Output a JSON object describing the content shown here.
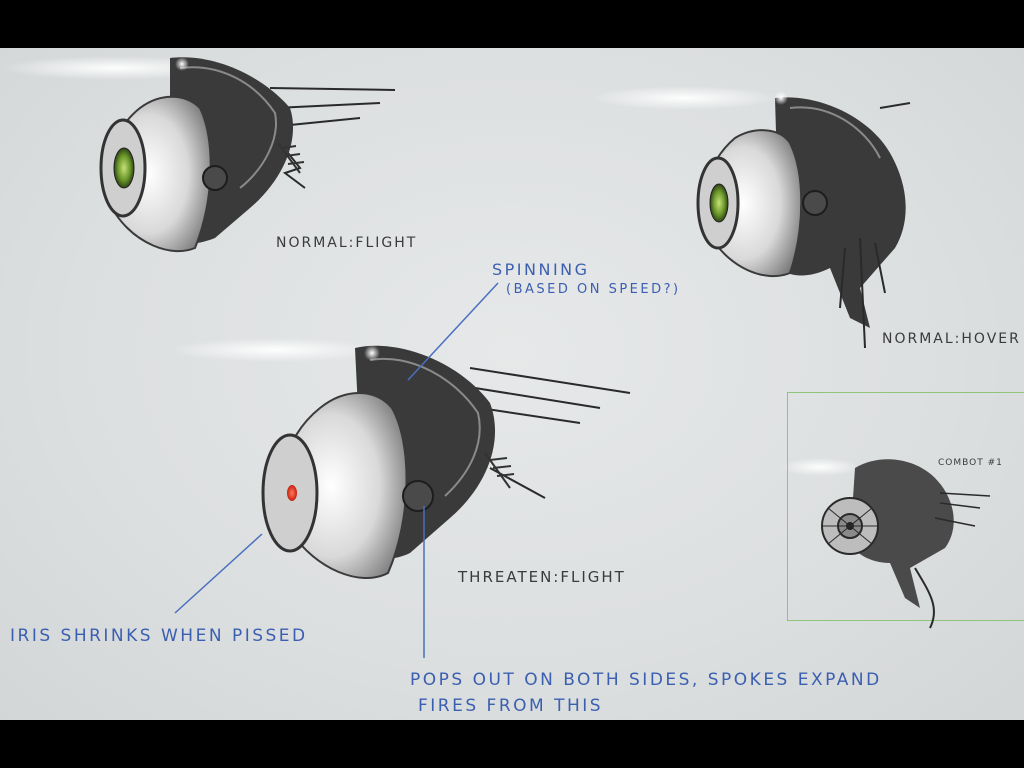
{
  "annotations": {
    "normal_flight": "NORMAL:FLIGHT",
    "normal_hover": "NORMAL:HOVER",
    "spinning_line1": "SPINNING",
    "spinning_line2": "(BASED ON SPEED?)",
    "threaten_flight": "THREATEN:FLIGHT",
    "iris_note": "IRIS SHRINKS WHEN PISSED",
    "pops_line1": "POPS OUT ON BOTH SIDES, SPOKES EXPAND",
    "pops_line2": "FIRES FROM THIS",
    "combot": "COMBOT #1"
  },
  "colors": {
    "letterbox": "#000000",
    "paper": "#dfe1e2",
    "annotation_blue": "#3b5fb0",
    "inset_border": "#8fc47a",
    "iris_green": "#7aa83a",
    "iris_red": "#e03020"
  }
}
